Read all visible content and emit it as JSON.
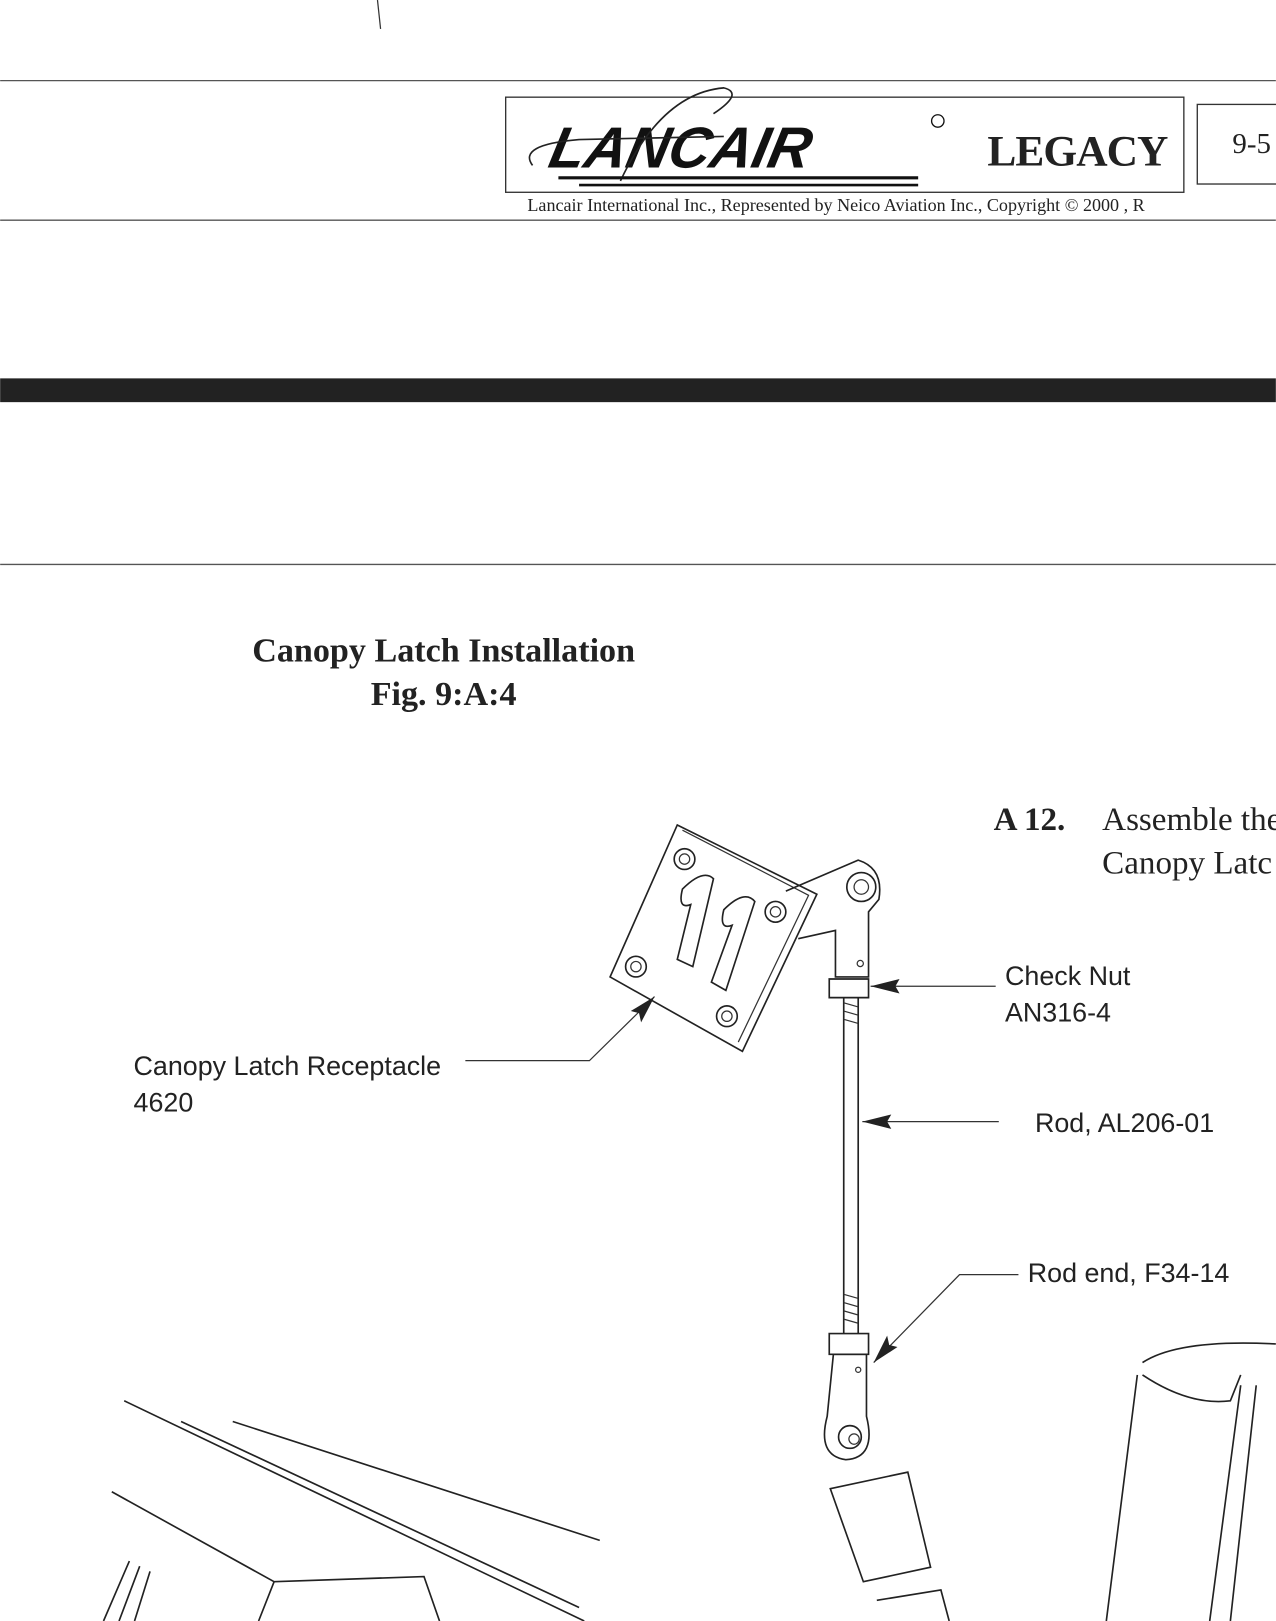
{
  "header": {
    "logo_text": "LANCAIR",
    "product": "LEGACY",
    "page_number": "9-5",
    "copyright": "Lancair  International  Inc.,  Represented by Neico Aviation  Inc., Copyright  ©  2000  ,  R"
  },
  "figure": {
    "title": "Canopy Latch Installation",
    "fig_number": "Fig. 9:A:4"
  },
  "step": {
    "number": "A 12.",
    "line1": "Assemble the",
    "line2": "Canopy Latc"
  },
  "callouts": {
    "check_nut": "Check Nut",
    "check_nut_part": "AN316-4",
    "rod": "Rod,  AL206-01",
    "rod_end": "Rod end, F34-14",
    "receptacle": "Canopy Latch Receptacle",
    "receptacle_part": "4620"
  }
}
